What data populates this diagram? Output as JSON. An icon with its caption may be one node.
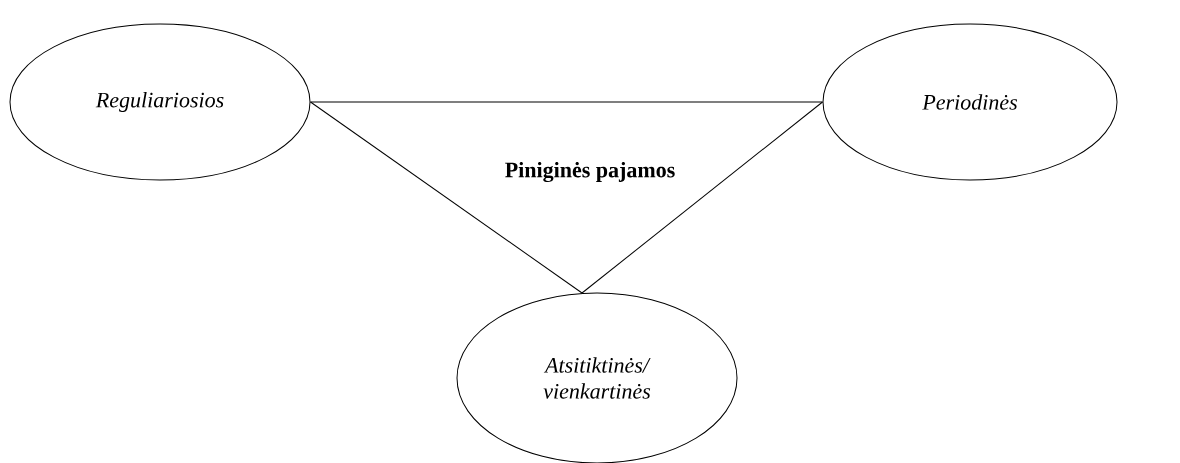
{
  "diagram": {
    "nodes": [
      {
        "text": [
          "Reguliariosios"
        ]
      },
      {
        "text": [
          "Periodinės"
        ]
      },
      {
        "text": [
          "Atsitiktinės/ vienkartinės"
        ]
      }
    ],
    "edges": [
      {
        "from": 0,
        "to": 1,
        "arrow": "none"
      },
      {
        "from": 0,
        "to": 2,
        "arrow": "none"
      },
      {
        "from": 1,
        "to": 2,
        "arrow": "none"
      }
    ],
    "labels": [
      "Piniginės pajamos"
    ]
  }
}
